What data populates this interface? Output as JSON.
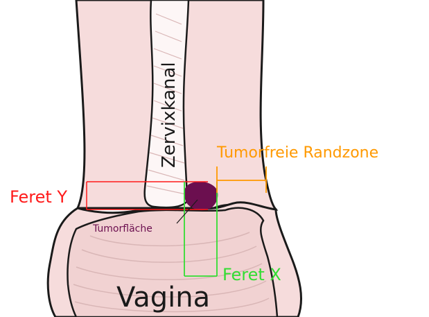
{
  "labels": {
    "cervical_canal": "Zervixkanal",
    "tumor_free_margin": "Tumorfreie Randzone",
    "feret_y": "Feret Y",
    "feret_x": "Feret X",
    "tumor_area": "Tumorfläche",
    "vagina": "Vagina"
  },
  "colors": {
    "tissue": "#f6dcdc",
    "outline": "#1a1a1a",
    "canal": "#ffffff",
    "ridges": "#d9b6b6",
    "tumor": "#6b0f4f",
    "feret_y": "#ff1a1a",
    "feret_x": "#33dd33",
    "margin": "#ff9900",
    "tumor_label": "#6b0f4f"
  }
}
